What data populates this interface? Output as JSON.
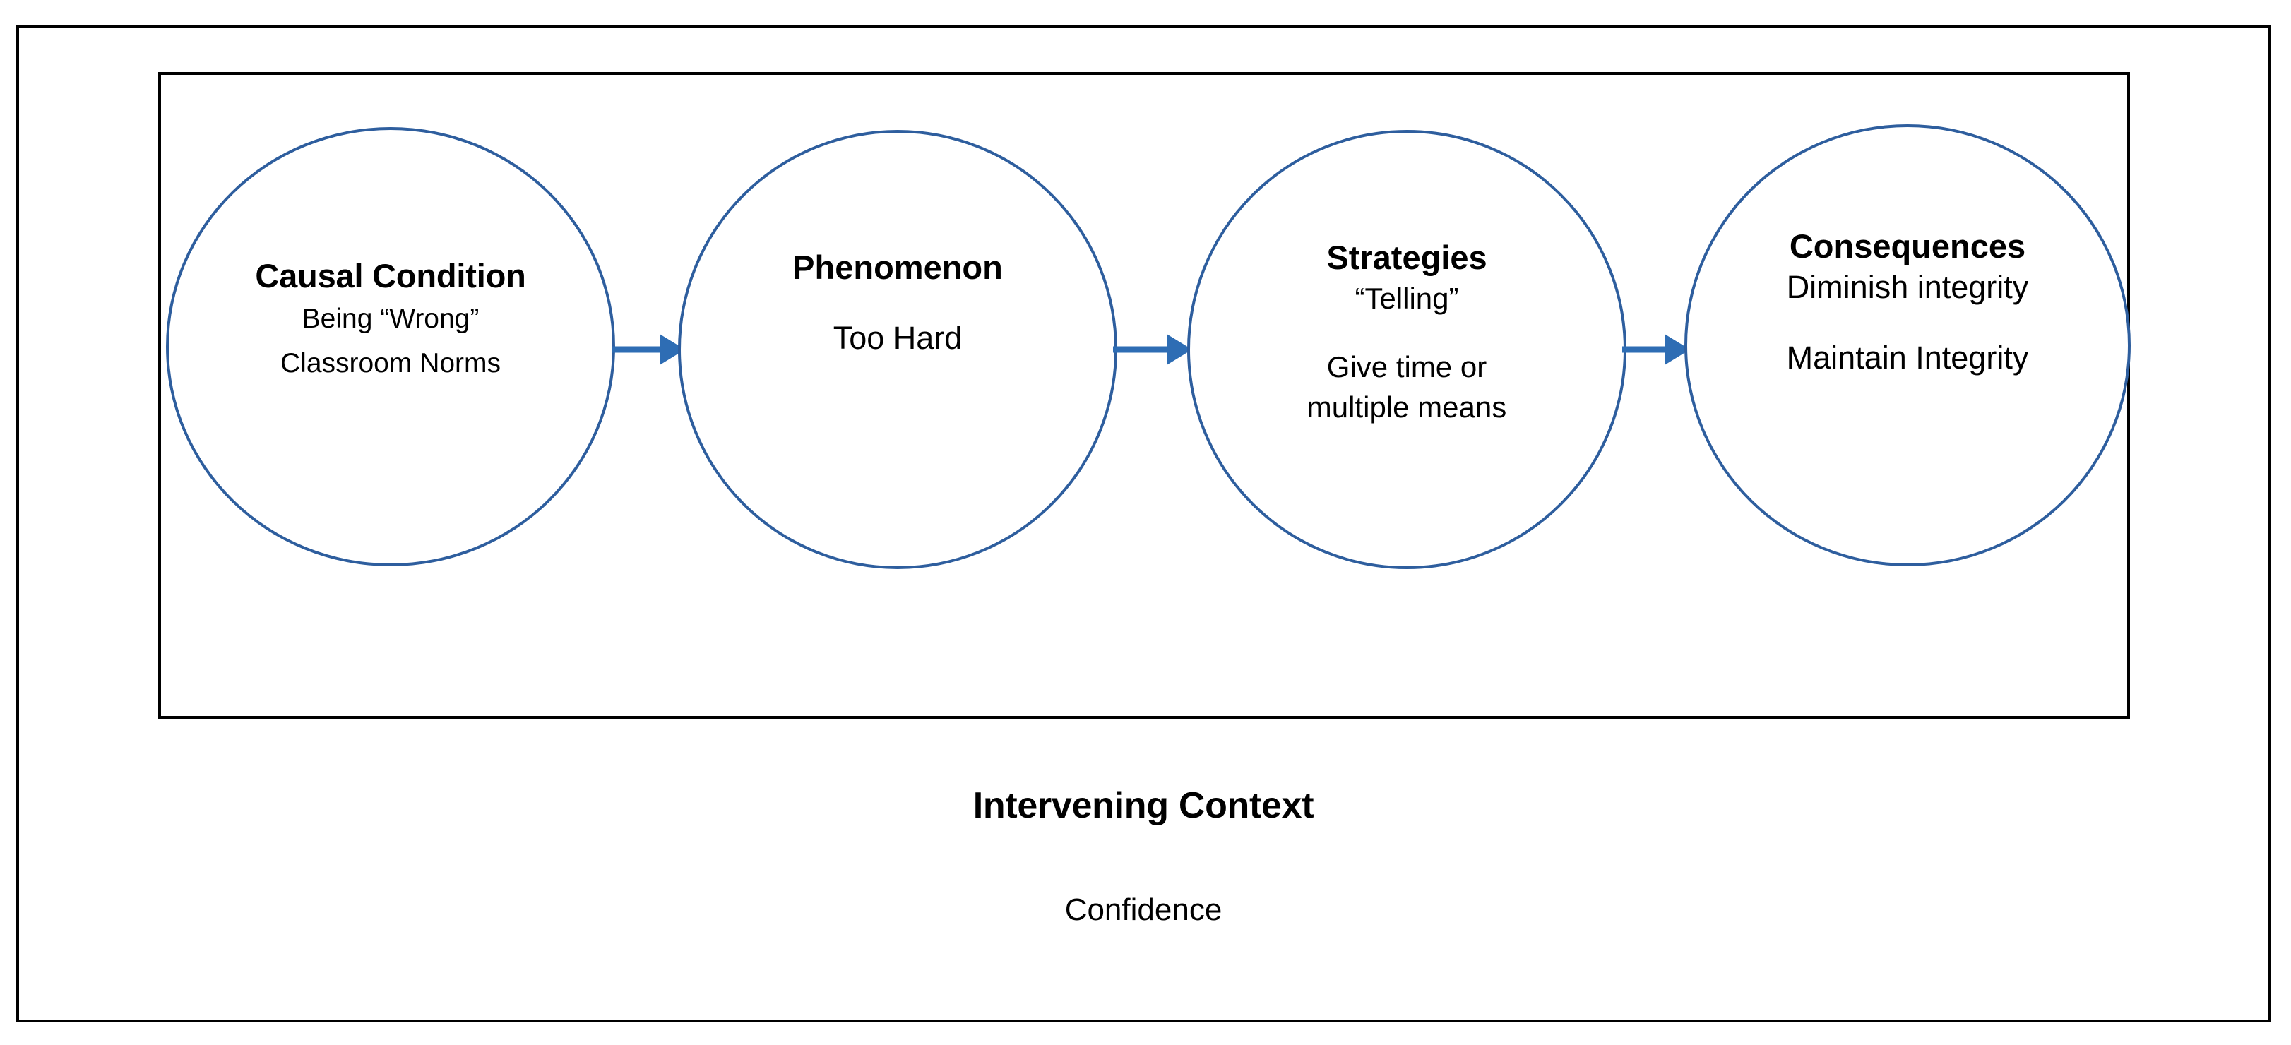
{
  "diagram": {
    "title_visible": false,
    "colors": {
      "circle_stroke": "#2E5E9E",
      "arrow": "#2E6DB4",
      "frame": "#000000",
      "text": "#000000",
      "background": "#FFFFFF"
    },
    "outer_frame": {
      "name": "outer-border"
    },
    "inner_frame": {
      "name": "process-band-border"
    },
    "nodes": [
      {
        "id": "causal-condition",
        "title": "Causal Condition",
        "lines": [
          "Being “Wrong”",
          "Classroom Norms"
        ],
        "gap_after_title": false
      },
      {
        "id": "phenomenon",
        "title": "Phenomenon",
        "lines": [
          "Too Hard"
        ],
        "gap_after_title": true
      },
      {
        "id": "strategies",
        "title": "Strategies",
        "lines": [
          "“Telling”",
          "Give time or",
          "multiple means"
        ],
        "gap_after_title": false,
        "gap_before_index": 1
      },
      {
        "id": "consequences",
        "title": "Consequences",
        "lines": [
          "Diminish integrity",
          "Maintain Integrity"
        ],
        "gap_after_title": false,
        "gap_before_index": 1
      }
    ],
    "connectors": [
      {
        "id": "connector-1",
        "from": "causal-condition",
        "to": "phenomenon",
        "icon": "arrow-right-icon"
      },
      {
        "id": "connector-2",
        "from": "phenomenon",
        "to": "strategies",
        "icon": "arrow-right-icon"
      },
      {
        "id": "connector-3",
        "from": "strategies",
        "to": "consequences",
        "icon": "arrow-right-icon"
      }
    ],
    "context": {
      "title": "Intervening Context",
      "value": "Confidence"
    }
  }
}
